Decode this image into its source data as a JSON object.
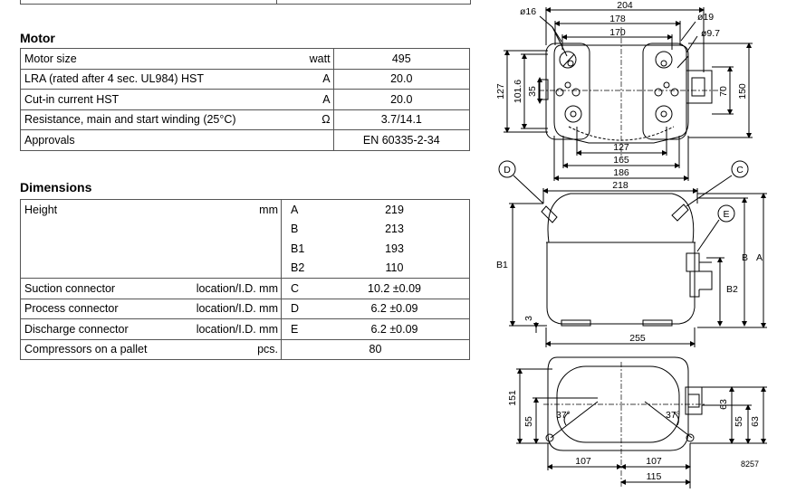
{
  "motor": {
    "title": "Motor",
    "rows": [
      {
        "name": "Motor size",
        "unit": "watt",
        "value": "495"
      },
      {
        "name": "LRA (rated after 4 sec. UL984) HST",
        "unit": "A",
        "value": "20.0"
      },
      {
        "name": "Cut-in current HST",
        "unit": "A",
        "value": "20.0"
      },
      {
        "name": "Resistance, main and start winding (25°C)",
        "unit": "Ω",
        "value": "3.7/14.1"
      },
      {
        "name": "Approvals",
        "unit": "",
        "value": "EN 60335-2-34"
      }
    ]
  },
  "dimensions": {
    "title": "Dimensions",
    "height": {
      "name": "Height",
      "unit": "mm",
      "rows": [
        {
          "label": "A",
          "value": "219"
        },
        {
          "label": "B",
          "value": "213"
        },
        {
          "label": "B1",
          "value": "193"
        },
        {
          "label": "B2",
          "value": "110"
        }
      ]
    },
    "connectors": [
      {
        "name": "Suction connector",
        "unit": "location/I.D. mm",
        "label": "C",
        "value": "10.2 ±0.09"
      },
      {
        "name": "Process connector",
        "unit": "location/I.D. mm",
        "label": "D",
        "value": "6.2 ±0.09"
      },
      {
        "name": "Discharge connector",
        "unit": "location/I.D. mm",
        "label": "E",
        "value": "6.2 ±0.09"
      }
    ],
    "pallet": {
      "name": "Compressors on a pallet",
      "unit": "pcs.",
      "value": "80"
    }
  },
  "drawing": {
    "top_view": {
      "d204": "204",
      "d178": "178",
      "d170": "170",
      "d16": "ø16",
      "d19": "ø19",
      "d97": "ø9.7",
      "d127v": "127",
      "d1016": "101.6",
      "d35": "35",
      "d70": "70",
      "d150": "150",
      "d127h": "127",
      "d165": "165",
      "d186": "186"
    },
    "side_view": {
      "d218": "218",
      "labelD": "D",
      "labelC": "C",
      "labelE": "E",
      "B1": "B1",
      "B": "B",
      "A": "A",
      "B2": "B2",
      "d3": "3",
      "d255": "255"
    },
    "bottom_view": {
      "d151": "151",
      "d55L": "55",
      "d63a": "63",
      "d55R": "55",
      "d63b": "63",
      "ang1": "37°",
      "ang2": "37°",
      "d107a": "107",
      "d107b": "107",
      "d115": "115",
      "ref": "8257"
    }
  }
}
